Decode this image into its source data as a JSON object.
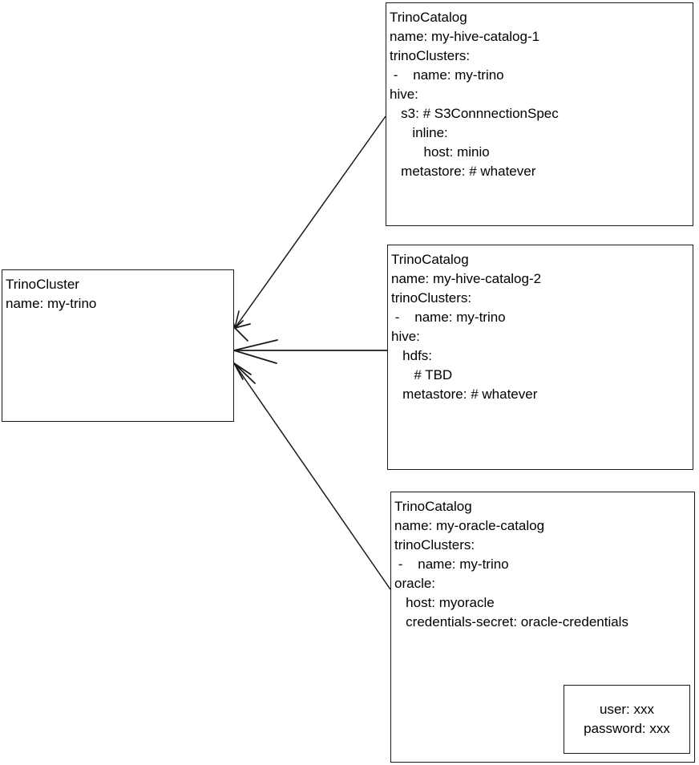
{
  "diagram": {
    "title": "Trino Catalog / Cluster relationship diagram",
    "stroke_color": "#1a1a1a",
    "background_color": "#ffffff",
    "text_color": "#000000"
  },
  "nodes": {
    "trino_cluster": {
      "kind": "TrinoCluster",
      "lines": [
        "TrinoCluster",
        "name: my-trino"
      ]
    },
    "catalog_hive_1": {
      "kind": "TrinoCatalog",
      "lines": [
        "TrinoCatalog",
        "name: my-hive-catalog-1",
        "trinoClusters:",
        " -    name: my-trino",
        "hive:",
        "   s3: # S3ConnnectionSpec",
        "      inline:",
        "         host: minio",
        "   metastore: # whatever"
      ]
    },
    "catalog_hive_2": {
      "kind": "TrinoCatalog",
      "lines": [
        "TrinoCatalog",
        "name: my-hive-catalog-2",
        "trinoClusters:",
        " -    name: my-trino",
        "hive:",
        "   hdfs:",
        "      # TBD",
        "   metastore: # whatever"
      ]
    },
    "catalog_oracle": {
      "kind": "TrinoCatalog",
      "lines": [
        "TrinoCatalog",
        "name: my-oracle-catalog",
        "trinoClusters:",
        " -    name: my-trino",
        "oracle:",
        "   host: myoracle",
        "   credentials-secret: oracle-credentials"
      ]
    },
    "secret": {
      "kind": "Secret",
      "lines": [
        "user: xxx",
        "password: xxx"
      ]
    }
  },
  "edges": [
    {
      "id": "edge-catalog-hive-1-to-cluster",
      "from": "catalog_hive_1",
      "to": "trino_cluster",
      "arrow_at": "trino_cluster"
    },
    {
      "id": "edge-catalog-hive-2-to-cluster",
      "from": "catalog_hive_2",
      "to": "trino_cluster",
      "arrow_at": "trino_cluster"
    },
    {
      "id": "edge-catalog-oracle-to-cluster",
      "from": "catalog_oracle",
      "to": "trino_cluster",
      "arrow_at": "trino_cluster"
    },
    {
      "id": "edge-credentials-secret-to-secret",
      "from": "catalog_oracle",
      "to": "secret",
      "arrow_at": "secret"
    }
  ]
}
